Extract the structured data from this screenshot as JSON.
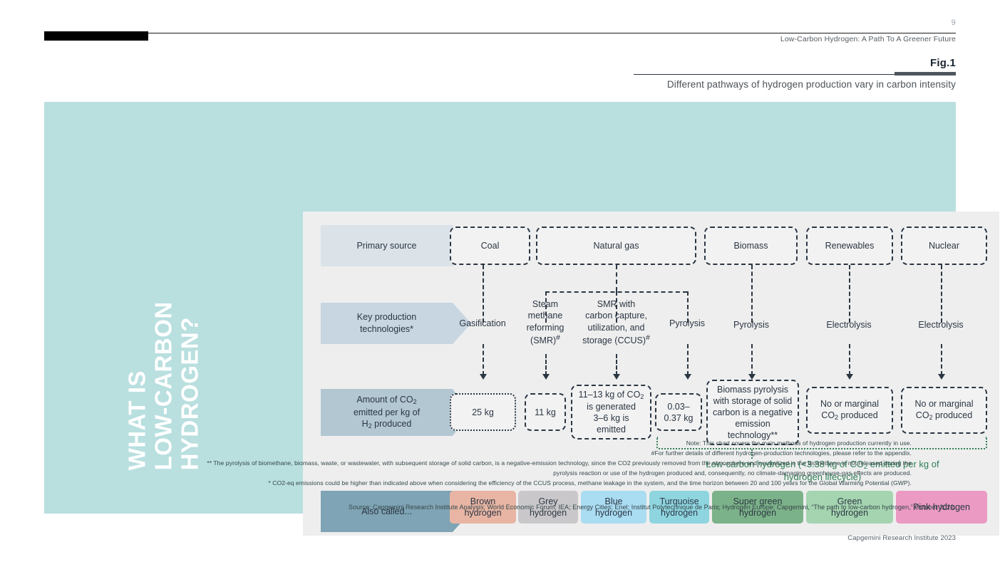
{
  "header": {
    "page_number": "9",
    "document_title": "Low-Carbon Hydrogen: A Path To A Greener Future",
    "figure_label": "Fig.1",
    "figure_subtitle": "Different pathways of hydrogen production vary in carbon intensity"
  },
  "panel": {
    "vertical_title": "WHAT IS\nLOW-CARBON HYDROGEN?"
  },
  "row_labels": {
    "primary_source": "Primary source",
    "key_production_technologies": "Key production technologies*",
    "amount_of_co2": "Amount of CO2 emitted per kg of H2 produced",
    "also_called": "Also called..."
  },
  "chart_data": {
    "type": "diagram",
    "title": "Different pathways of hydrogen production vary in carbon intensity",
    "rows": [
      "Primary source",
      "Key production technologies*",
      "Amount of CO2 emitted per kg of H2 produced",
      "Also called..."
    ],
    "primary_sources": [
      {
        "label": "Coal"
      },
      {
        "label": "Natural gas"
      },
      {
        "label": "Biomass"
      },
      {
        "label": "Renewables"
      },
      {
        "label": "Nuclear"
      }
    ],
    "technologies": [
      {
        "label": "Gasification",
        "source": "Coal"
      },
      {
        "label": "Steam methane reforming (SMR)#",
        "source": "Natural gas"
      },
      {
        "label": "SMR with carbon capture, utilization, and storage (CCUS)#",
        "source": "Natural gas"
      },
      {
        "label": "Pyrolysis",
        "source": "Natural gas"
      },
      {
        "label": "Pyrolysis",
        "source": "Biomass"
      },
      {
        "label": "Electrolysis",
        "source": "Renewables"
      },
      {
        "label": "Electrolysis",
        "source": "Nuclear"
      }
    ],
    "emissions": [
      {
        "label": "25 kg",
        "value": 25,
        "unit": "kg CO2 per kg H2"
      },
      {
        "label": "11 kg",
        "value": 11,
        "unit": "kg CO2 per kg H2"
      },
      {
        "label": "11–13 kg of CO2 is generated 3–6 kg is emitted",
        "value": [
          3,
          6
        ],
        "unit": "kg CO2 per kg H2"
      },
      {
        "label": "0.03–0.37 kg",
        "value": [
          0.03,
          0.37
        ],
        "unit": "kg CO2 per kg H2"
      },
      {
        "label": "Biomass pyrolysis with storage of solid carbon is a negative emission technology**",
        "value": null,
        "unit": ""
      },
      {
        "label": "No or marginal CO2 produced",
        "value": 0,
        "unit": ""
      },
      {
        "label": "No or marginal CO2 produced",
        "value": 0,
        "unit": ""
      }
    ],
    "also_called": [
      {
        "label": "Brown hydrogen",
        "color": "#e8b5a4"
      },
      {
        "label": "Grey hydrogen",
        "color": "#c9c7ca"
      },
      {
        "label": "Blue hydrogen",
        "color": "#aadcf2"
      },
      {
        "label": "Turquoise hydrogen",
        "color": "#8fd5e0"
      },
      {
        "label": "Super green hydrogen",
        "color": "#7cb289"
      },
      {
        "label": "Green hydrogen",
        "color": "#a5d4b0"
      },
      {
        "label": "Pink hydrogen",
        "color": "#eb9ac4"
      }
    ],
    "bracket_caption": "Low-carbon hydrogen (<3.38 kg of CO2 emitted per kg of hydrogen lifecycle)",
    "bracket_threshold": 3.38,
    "bracket_covers": [
      "Pyrolysis (Biomass)",
      "Electrolysis (Renewables)",
      "Electrolysis (Nuclear)"
    ],
    "accent_color": "#2e7d55"
  },
  "notes": {
    "line1": "Note: This chart covers the main methods of hydrogen production currently in use.",
    "line2": "#For further details of different hydrogen-production technologies, please refer to the appendix.",
    "line3": "** The pyrolysis of biomethane, biomass, waste, or wastewater, with subsequent storage of solid carbon, is a negative-emission technology, since the CO2 previously removed from the atmosphere and neutralized in the biomethane is not released during the pyrolysis reaction or use of the hydrogen produced and, consequently, no climate-damaging greenhouse-gas effects are produced.",
    "line4": "* CO2-eq emissions could be higher than indicated above when considering the efficiency of the CCUS process, methane leakage in the system, and the time horizon between 20 and 100 years for the Global Warming Potential (GWP)."
  },
  "source": "Source: Capgemini Research Institute Analysis; World Economic Forum; IEA; Energy Cities; Enel; Institut Polytechnique de Paris; Hydrogen Europe; Capgemini, “The path to low-carbon hydrogen,” October 2022.",
  "footer": "Capgemini Research Institute 2023"
}
